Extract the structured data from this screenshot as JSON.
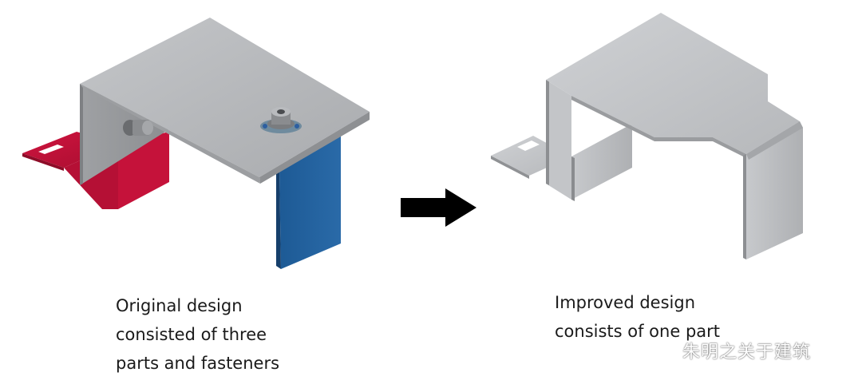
{
  "original": {
    "caption_lines": [
      "Original design",
      "consisted of three",
      "parts and fasteners"
    ],
    "part_colors": {
      "top_bracket": "#b9bbbe",
      "left_bracket": "#c8103a",
      "right_bracket": "#1f5d99"
    }
  },
  "improved": {
    "caption_lines": [
      "Improved design",
      "consists of one part"
    ],
    "part_color": "#bfc1c4"
  },
  "arrow": {
    "icon": "right-arrow-icon",
    "color": "#000000"
  },
  "watermark": {
    "icon": "wechat-icon",
    "text": "朱明之关于建筑"
  }
}
